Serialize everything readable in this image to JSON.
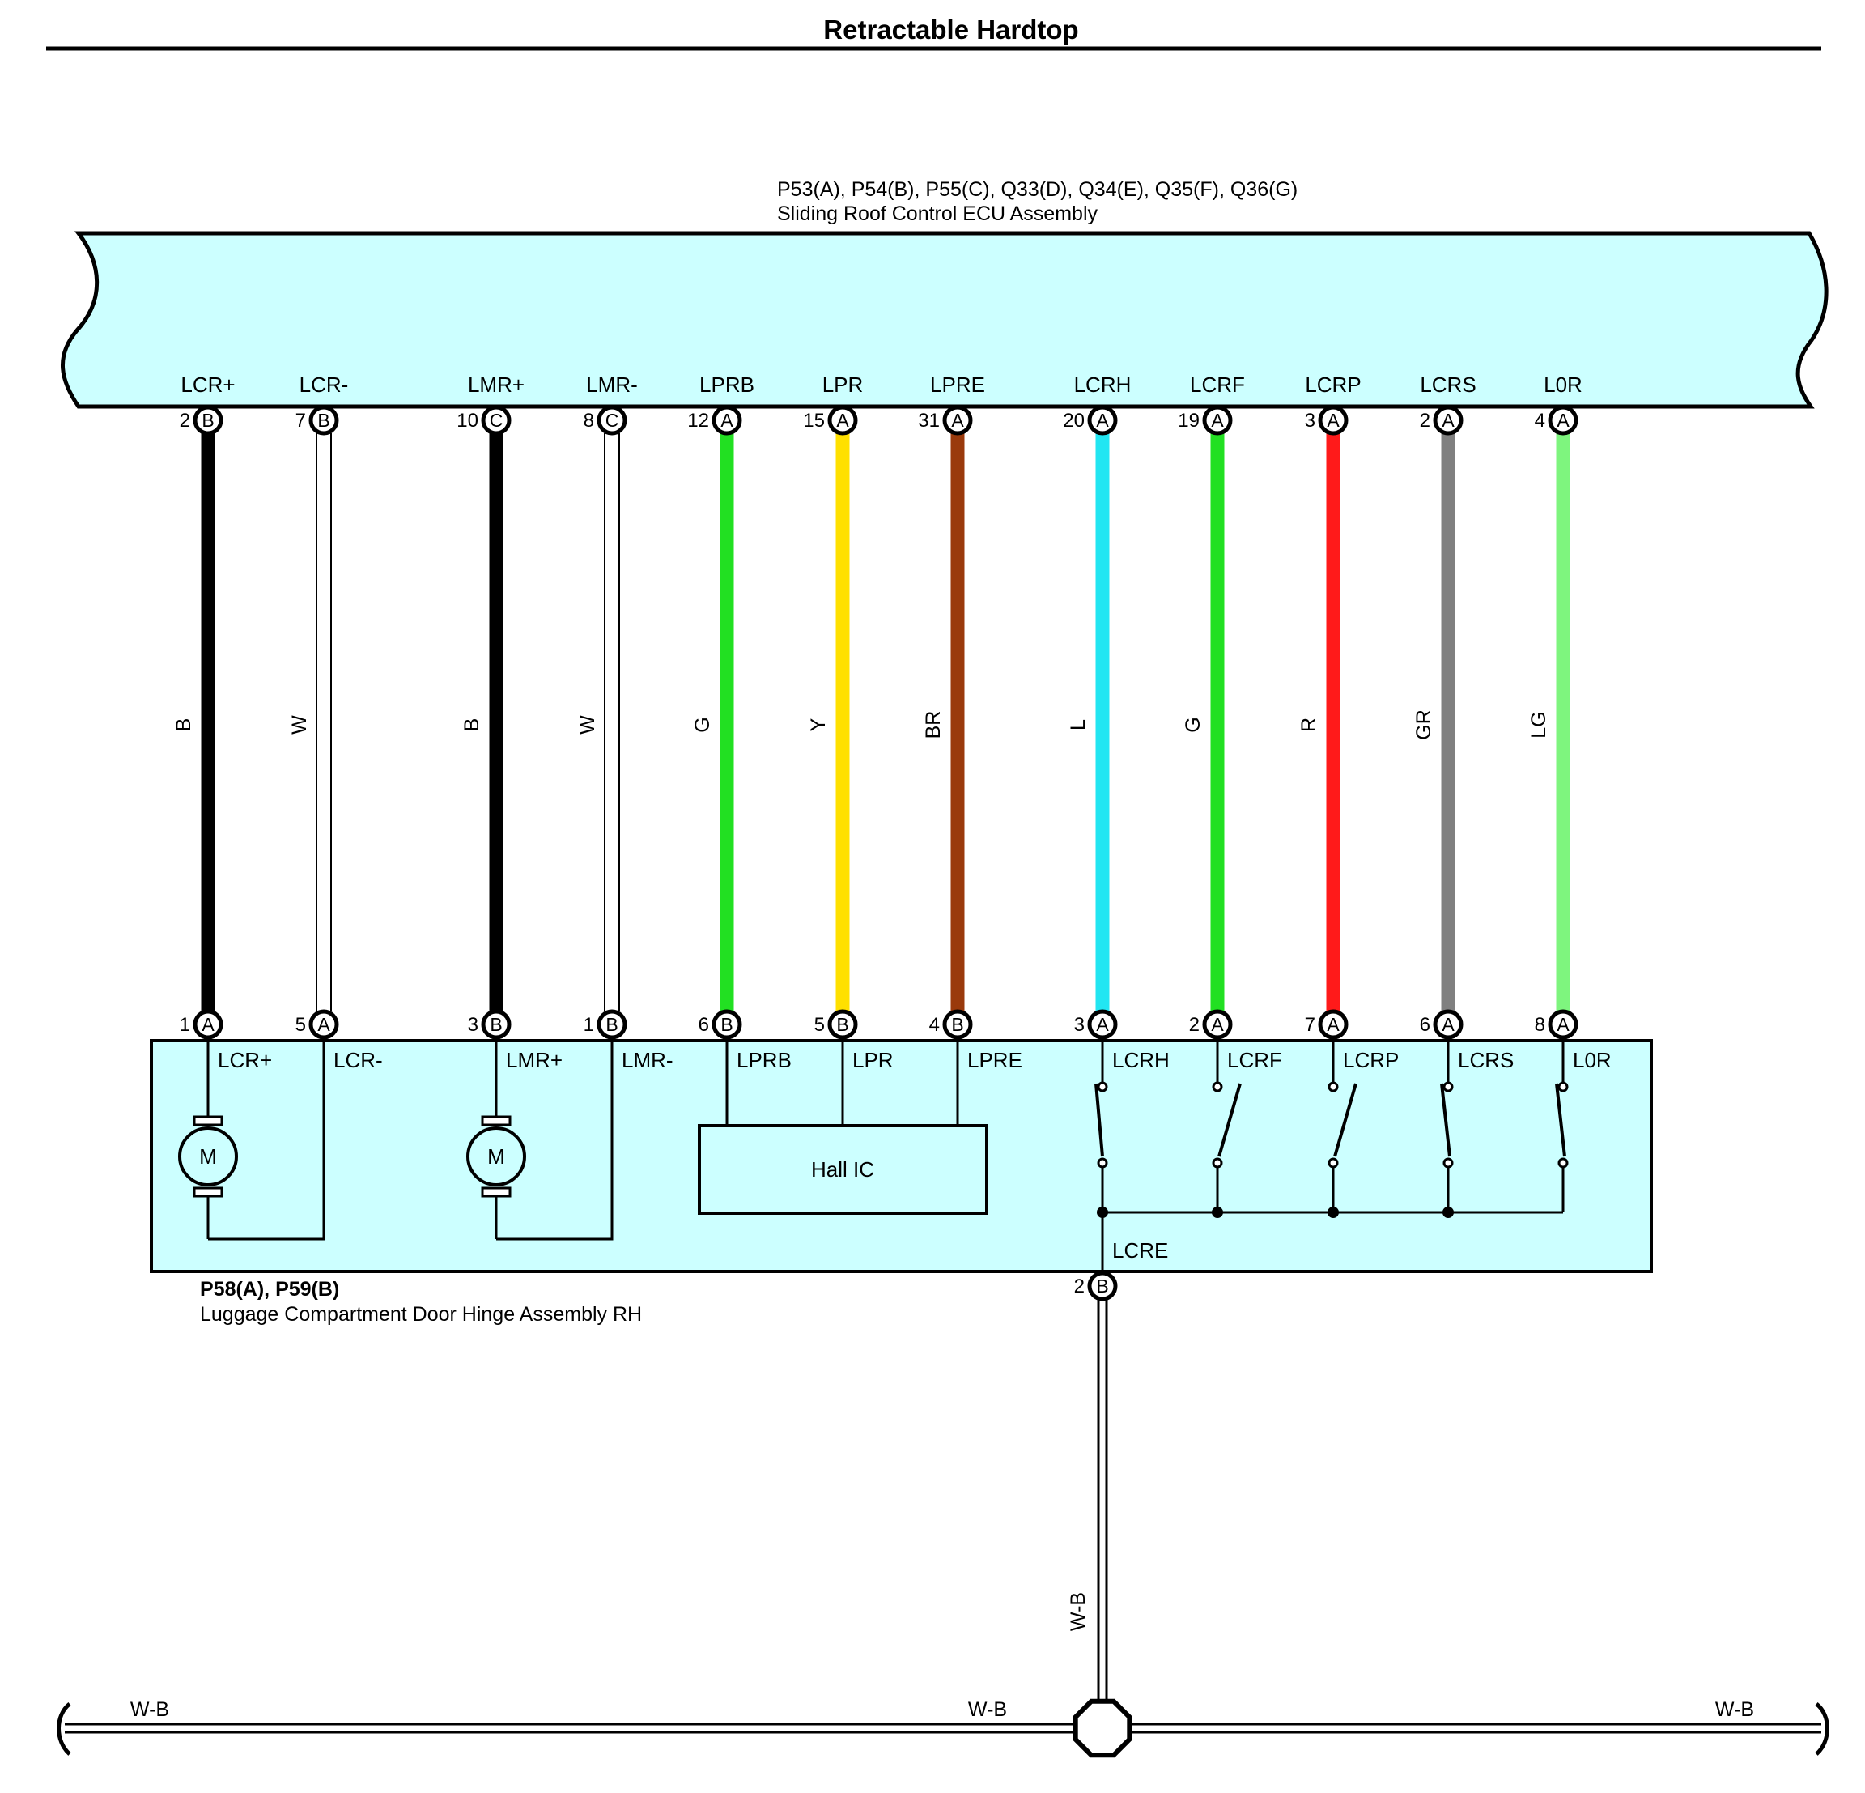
{
  "title": "Retractable Hardtop",
  "ecu": {
    "connectors": "P53(A), P54(B), P55(C), Q33(D), Q34(E), Q35(F), Q36(G)",
    "name": "Sliding Roof Control ECU Assembly"
  },
  "hinge": {
    "connectors": "P58(A), P59(B)",
    "name": "Luggage Compartment Door Hinge Assembly RH",
    "ground_terminal": {
      "signal": "LCRE",
      "pin": "2",
      "letter": "B"
    },
    "hall_ic_label": "Hall IC",
    "motor_symbol": "M"
  },
  "ground_wire": {
    "color_code": "W-B"
  },
  "ground_bus": {
    "labels": [
      "W-B",
      "W-B",
      "W-B"
    ]
  },
  "wires": [
    {
      "signal": "LCR+",
      "top_pin": "2",
      "top_letter": "B",
      "color_code": "B",
      "color": "#000000",
      "bottom_pin": "1",
      "bottom_letter": "A",
      "double": false
    },
    {
      "signal": "LCR-",
      "top_pin": "7",
      "top_letter": "B",
      "color_code": "W",
      "color": "#ffffff",
      "bottom_pin": "5",
      "bottom_letter": "A",
      "double": true
    },
    {
      "signal": "LMR+",
      "top_pin": "10",
      "top_letter": "C",
      "color_code": "B",
      "color": "#000000",
      "bottom_pin": "3",
      "bottom_letter": "B",
      "double": false
    },
    {
      "signal": "LMR-",
      "top_pin": "8",
      "top_letter": "C",
      "color_code": "W",
      "color": "#ffffff",
      "bottom_pin": "1",
      "bottom_letter": "B",
      "double": true
    },
    {
      "signal": "LPRB",
      "top_pin": "12",
      "top_letter": "A",
      "color_code": "G",
      "color": "#22e022",
      "bottom_pin": "6",
      "bottom_letter": "B",
      "double": false
    },
    {
      "signal": "LPR",
      "top_pin": "15",
      "top_letter": "A",
      "color_code": "Y",
      "color": "#ffe000",
      "bottom_pin": "5",
      "bottom_letter": "B",
      "double": false
    },
    {
      "signal": "LPRE",
      "top_pin": "31",
      "top_letter": "A",
      "color_code": "BR",
      "color": "#9a3a0c",
      "bottom_pin": "4",
      "bottom_letter": "B",
      "double": false
    },
    {
      "signal": "LCRH",
      "top_pin": "20",
      "top_letter": "A",
      "color_code": "L",
      "color": "#22e6f2",
      "bottom_pin": "3",
      "bottom_letter": "A",
      "double": false
    },
    {
      "signal": "LCRF",
      "top_pin": "19",
      "top_letter": "A",
      "color_code": "G",
      "color": "#22e022",
      "bottom_pin": "2",
      "bottom_letter": "A",
      "double": false
    },
    {
      "signal": "LCRP",
      "top_pin": "3",
      "top_letter": "A",
      "color_code": "R",
      "color": "#ff1a1a",
      "bottom_pin": "7",
      "bottom_letter": "A",
      "double": false
    },
    {
      "signal": "LCRS",
      "top_pin": "2",
      "top_letter": "A",
      "color_code": "GR",
      "color": "#808080",
      "bottom_pin": "6",
      "bottom_letter": "A",
      "double": false
    },
    {
      "signal": "L0R",
      "top_pin": "4",
      "top_letter": "A",
      "color_code": "LG",
      "color": "#7ef57e",
      "bottom_pin": "8",
      "bottom_letter": "A",
      "double": false
    }
  ]
}
